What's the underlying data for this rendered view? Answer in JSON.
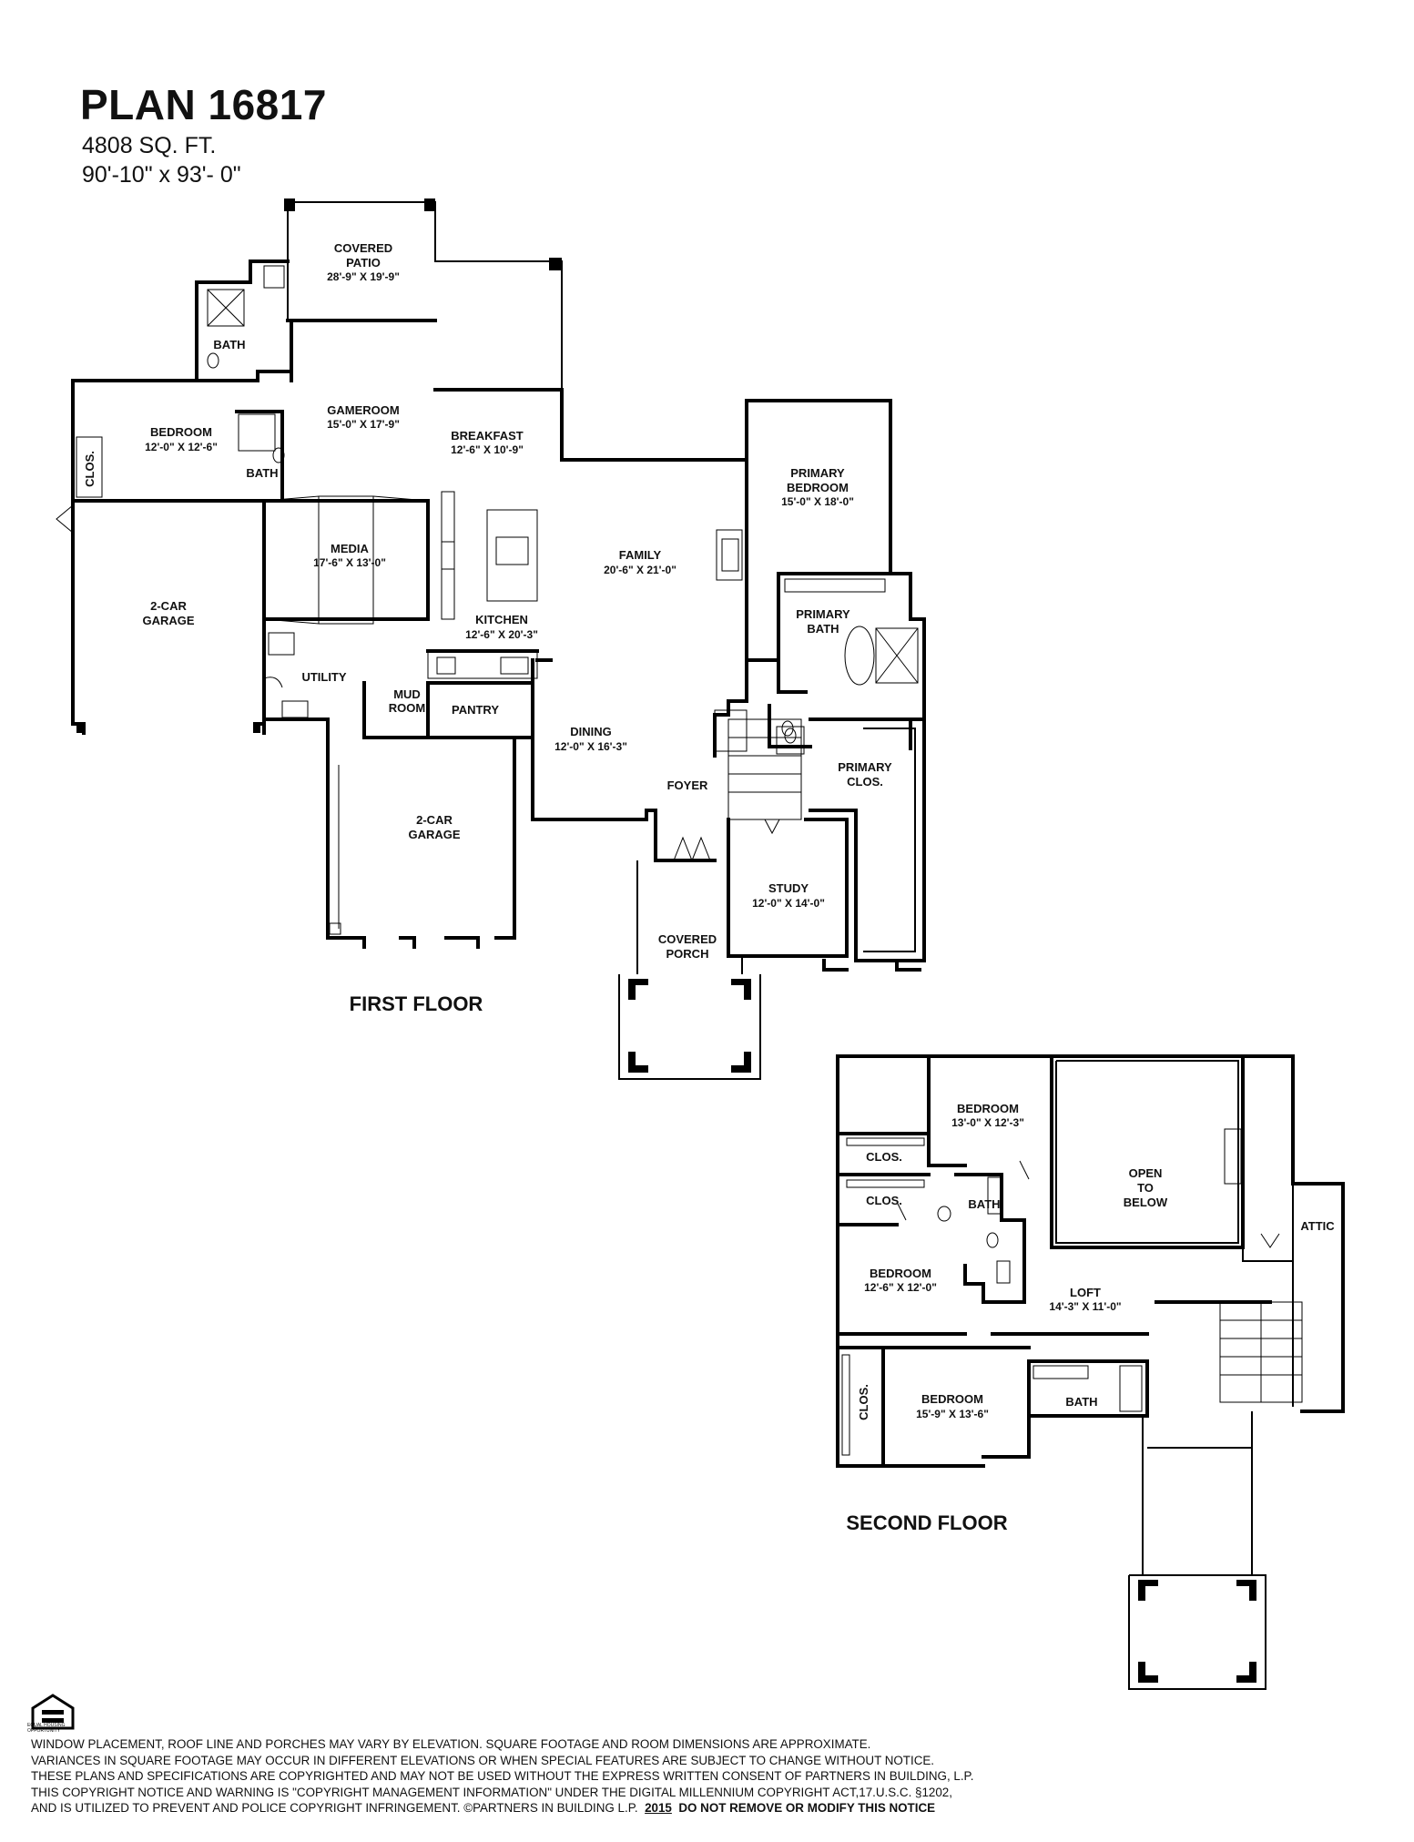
{
  "header": {
    "title": "PLAN 16817",
    "sqft": "4808 SQ. FT.",
    "dimensions": "90'-10\" x 93'- 0\""
  },
  "floors": {
    "first_label": "FIRST FLOOR",
    "second_label": "SECOND FLOOR"
  },
  "rooms_first": {
    "covered_patio": {
      "name": "COVERED",
      "name2": "PATIO",
      "dim": "28'-9\" X 19'-9\""
    },
    "bath_top": {
      "name": "BATH"
    },
    "bedroom": {
      "name": "BEDROOM",
      "dim": "12'-0\" X 12'-6\""
    },
    "clos": {
      "name": "CLOS."
    },
    "bath_mid": {
      "name": "BATH"
    },
    "gameroom": {
      "name": "GAMEROOM",
      "dim": "15'-0\" X 17'-9\""
    },
    "breakfast": {
      "name": "BREAKFAST",
      "dim": "12'-6\" X 10'-9\""
    },
    "primary_bedroom": {
      "name": "PRIMARY",
      "name2": "BEDROOM",
      "dim": "15'-0\" X 18'-0\""
    },
    "media": {
      "name": "MEDIA",
      "dim": "17'-6\" X 13'-0\""
    },
    "family": {
      "name": "FAMILY",
      "dim": "20'-6\" X 21'-0\""
    },
    "garage_left": {
      "name": "2-CAR",
      "name2": "GARAGE"
    },
    "primary_bath": {
      "name": "PRIMARY",
      "name2": "BATH"
    },
    "kitchen": {
      "name": "KITCHEN",
      "dim": "12'-6\" X 20'-3\""
    },
    "utility": {
      "name": "UTILITY"
    },
    "mud_room": {
      "name": "MUD",
      "name2": "ROOM"
    },
    "pantry": {
      "name": "PANTRY"
    },
    "dining": {
      "name": "DINING",
      "dim": "12'-0\" X 16'-3\""
    },
    "primary_clos": {
      "name": "PRIMARY",
      "name2": "CLOS."
    },
    "foyer": {
      "name": "FOYER"
    },
    "garage_right": {
      "name": "2-CAR",
      "name2": "GARAGE"
    },
    "study": {
      "name": "STUDY",
      "dim": "12'-0\" X 14'-0\""
    },
    "covered_porch": {
      "name": "COVERED",
      "name2": "PORCH"
    }
  },
  "rooms_second": {
    "bedroom_a": {
      "name": "BEDROOM",
      "dim": "13'-0\" X 12'-3\""
    },
    "open_to_below": {
      "name": "OPEN",
      "name2": "TO",
      "name3": "BELOW"
    },
    "clos_a": {
      "name": "CLOS."
    },
    "clos_b": {
      "name": "CLOS."
    },
    "bath_a": {
      "name": "BATH"
    },
    "attic": {
      "name": "ATTIC"
    },
    "bedroom_b": {
      "name": "BEDROOM",
      "dim": "12'-6\" X 12'-0\""
    },
    "loft": {
      "name": "LOFT",
      "dim": "14'-3\" X 11'-0\""
    },
    "clos_c": {
      "name": "CLOS."
    },
    "bedroom_c": {
      "name": "BEDROOM",
      "dim": "15'-9\" X 13'-6\""
    },
    "bath_b": {
      "name": "BATH"
    }
  },
  "logo": {
    "icon": "equal-housing-opportunity-icon",
    "caption": "EQUAL HOUSING OPPORTUNITY"
  },
  "disclaimer": {
    "line1": "WINDOW PLACEMENT, ROOF LINE AND PORCHES MAY VARY BY ELEVATION.  SQUARE FOOTAGE AND ROOM DIMENSIONS ARE APPROXIMATE.",
    "line2": "VARIANCES IN SQUARE FOOTAGE MAY OCCUR IN DIFFERENT ELEVATIONS OR  WHEN SPECIAL FEATURES ARE SUBJECT TO CHANGE WITHOUT NOTICE.",
    "line3": "THESE PLANS AND SPECIFICATIONS ARE COPYRIGHTED AND MAY NOT BE USED WITHOUT THE EXPRESS WRITTEN CONSENT OF PARTNERS IN BUILDING, L.P.",
    "line4": "THIS COPYRIGHT NOTICE AND WARNING IS \"COPYRIGHT MANAGEMENT INFORMATION\" UNDER THE DIGITAL MILLENNIUM COPYRIGHT ACT,17.U.S.C. §1202,",
    "line5_a": "AND IS UTILIZED TO PREVENT AND POLICE COPYRIGHT INFRINGEMENT. ©PARTNERS IN BUILDING L.P.",
    "line5_year": "2015",
    "line5_b": "DO NOT REMOVE OR MODIFY THIS NOTICE"
  }
}
